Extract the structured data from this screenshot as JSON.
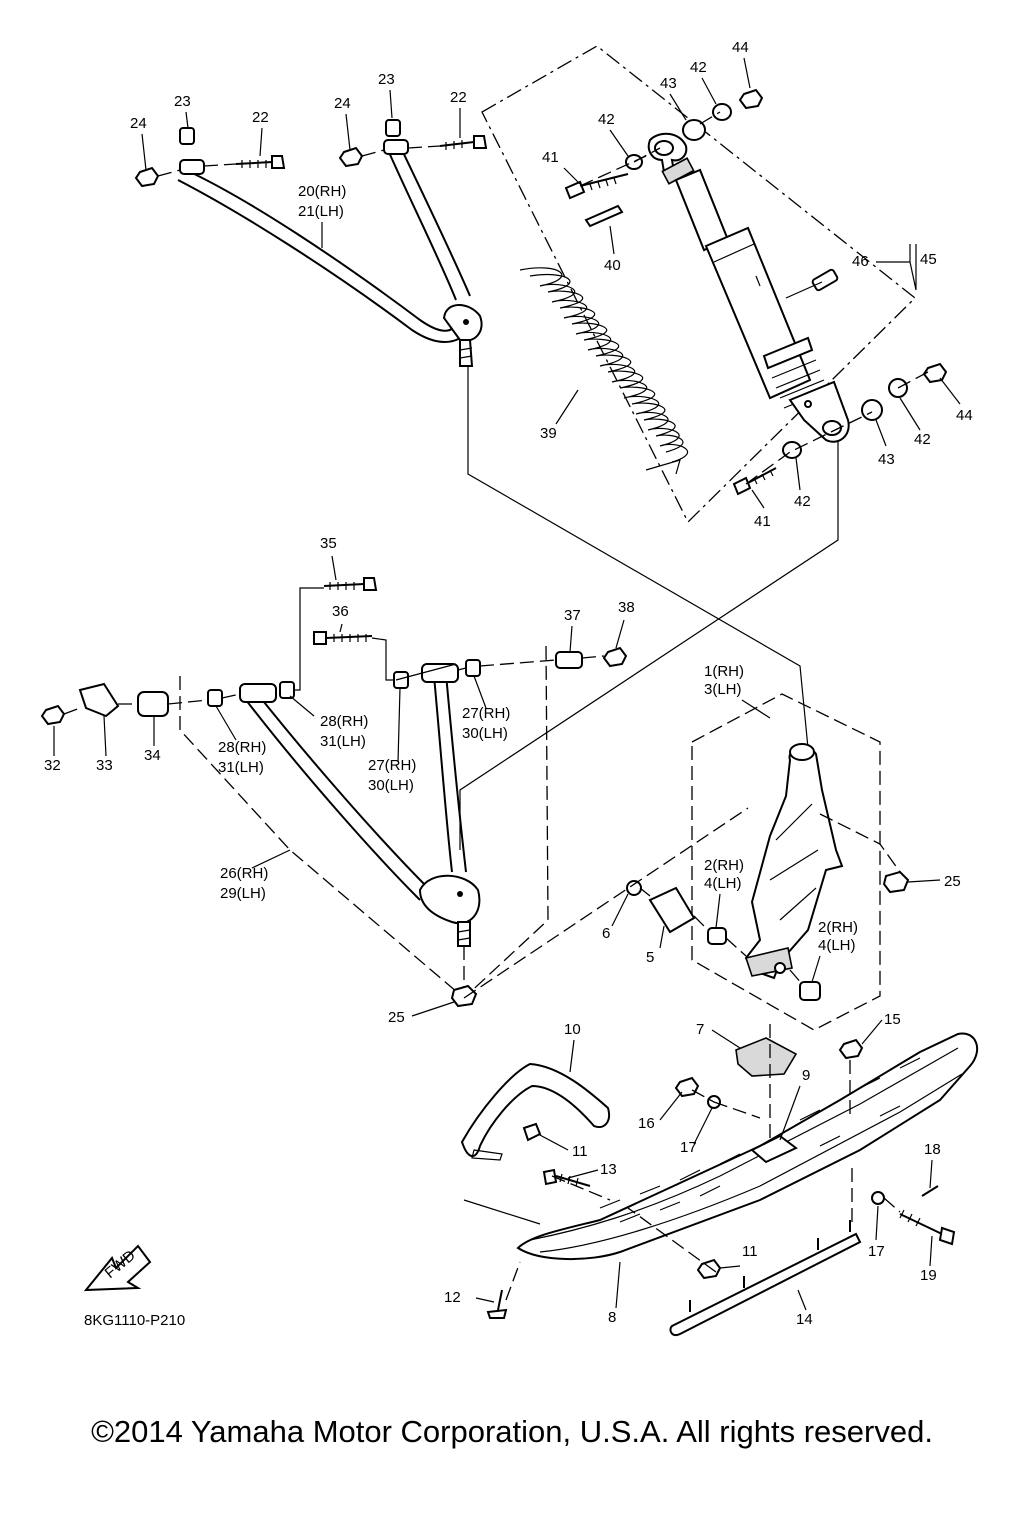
{
  "diagram_code": "8KG1110-P210",
  "fwd_label": "FWD",
  "copyright": "©2014 Yamaha Motor Corporation, U.S.A. All rights reserved.",
  "callouts": {
    "c1": "1(RH)",
    "c3": "3(LH)",
    "c2a": "2(RH)",
    "c4a": "4(LH)",
    "c2b": "2(RH)",
    "c4b": "4(LH)",
    "c5": "5",
    "c6": "6",
    "c7": "7",
    "c8": "8",
    "c9": "9",
    "c10": "10",
    "c11a": "11",
    "c11b": "11",
    "c12": "12",
    "c13": "13",
    "c14": "14",
    "c15": "15",
    "c16": "16",
    "c17a": "17",
    "c17b": "17",
    "c18": "18",
    "c19": "19",
    "c20": "20(RH)",
    "c21": "21(LH)",
    "c22a": "22",
    "c22b": "22",
    "c23a": "23",
    "c23b": "23",
    "c24a": "24",
    "c24b": "24",
    "c25a": "25",
    "c25b": "25",
    "c26": "26(RH)",
    "c29": "29(LH)",
    "c27a": "27(RH)",
    "c30a": "30(LH)",
    "c27b": "27(RH)",
    "c30b": "30(LH)",
    "c28a": "28(RH)",
    "c31a": "31(LH)",
    "c28b": "28(RH)",
    "c31b": "31(LH)",
    "c32": "32",
    "c33": "33",
    "c34": "34",
    "c35": "35",
    "c36": "36",
    "c37": "37",
    "c38": "38",
    "c39": "39",
    "c40": "40",
    "c41a": "41",
    "c41b": "41",
    "c42a": "42",
    "c42b": "42",
    "c42c": "42",
    "c42d": "42",
    "c43a": "43",
    "c43b": "43",
    "c44a": "44",
    "c44b": "44",
    "c45": "45",
    "c46": "46"
  }
}
